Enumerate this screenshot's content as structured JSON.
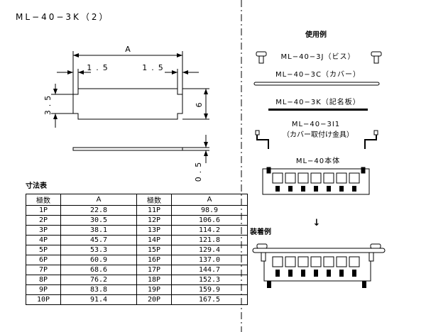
{
  "title": "ML−40−3K（2）",
  "drawing": {
    "dim_A": "A",
    "dim_left_1_5": "1.5",
    "dim_right_1_5": "1.5",
    "dim_3_5": "3.5",
    "dim_6": "6",
    "dim_0_5": "0.5"
  },
  "usage": {
    "title": "使用例",
    "screw_label": "ML−40−3J（ビス）",
    "cover_label": "ML−40−3C（カバー）",
    "plate_label": "ML−40−3K（記名板）",
    "bracket_label_1": "ML−40−3I1",
    "bracket_label_2": "（カバー取付け金具）",
    "body_label": "ML−40本体",
    "arrow": "↓",
    "mounted_title": "装着例"
  },
  "table": {
    "caption": "寸法表",
    "headers": [
      "極数",
      "A",
      "極数",
      "A"
    ],
    "rows": [
      [
        "1P",
        "22.8",
        "11P",
        "98.9"
      ],
      [
        "2P",
        "30.5",
        "12P",
        "106.6"
      ],
      [
        "3P",
        "38.1",
        "13P",
        "114.2"
      ],
      [
        "4P",
        "45.7",
        "14P",
        "121.8"
      ],
      [
        "5P",
        "53.3",
        "15P",
        "129.4"
      ],
      [
        "6P",
        "60.9",
        "16P",
        "137.0"
      ],
      [
        "7P",
        "68.6",
        "17P",
        "144.7"
      ],
      [
        "8P",
        "76.2",
        "18P",
        "152.3"
      ],
      [
        "9P",
        "83.8",
        "19P",
        "159.9"
      ],
      [
        "10P",
        "91.4",
        "20P",
        "167.5"
      ]
    ]
  }
}
